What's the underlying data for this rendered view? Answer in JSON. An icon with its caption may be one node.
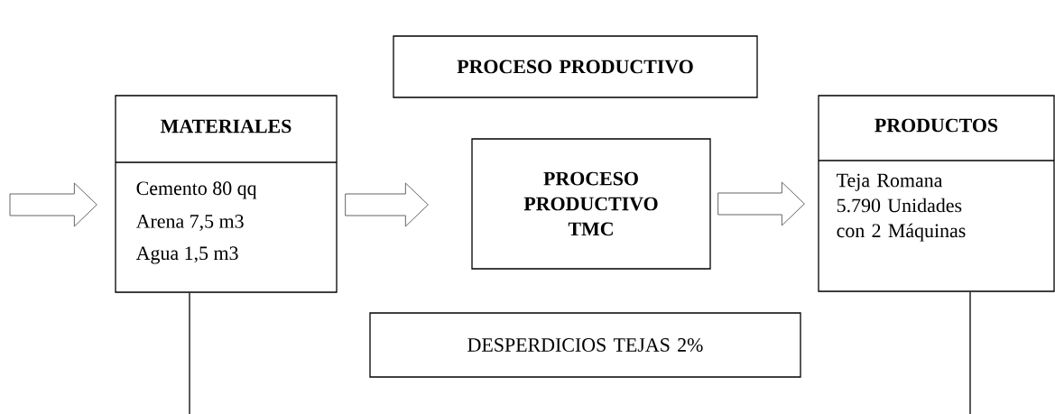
{
  "diagram": {
    "nodes": [
      {
        "text": [
          "PROCESO PRODUCTIVO"
        ]
      },
      {
        "text": [
          "MATERIALES",
          "Cemento 80 qq",
          "Arena 7,5 m3",
          "Agua 1,5 m3"
        ]
      },
      {
        "text": [
          "PROCESO PRODUCTIVO TMC"
        ]
      },
      {
        "text": [
          "PRODUCTOS",
          "Teja Romana 5.790 Unidades con 2 Máquinas"
        ]
      },
      {
        "text": [
          "DESPERDICIOS TEJAS 2%"
        ]
      }
    ],
    "edges": [
      {
        "from": null,
        "to": 1,
        "arrow": "to"
      },
      {
        "from": 1,
        "to": 2,
        "arrow": "to"
      },
      {
        "from": 2,
        "to": 3,
        "arrow": "to"
      },
      {
        "from": 1,
        "to": null,
        "arrow": "none"
      },
      {
        "from": 3,
        "to": null,
        "arrow": "none"
      }
    ]
  }
}
